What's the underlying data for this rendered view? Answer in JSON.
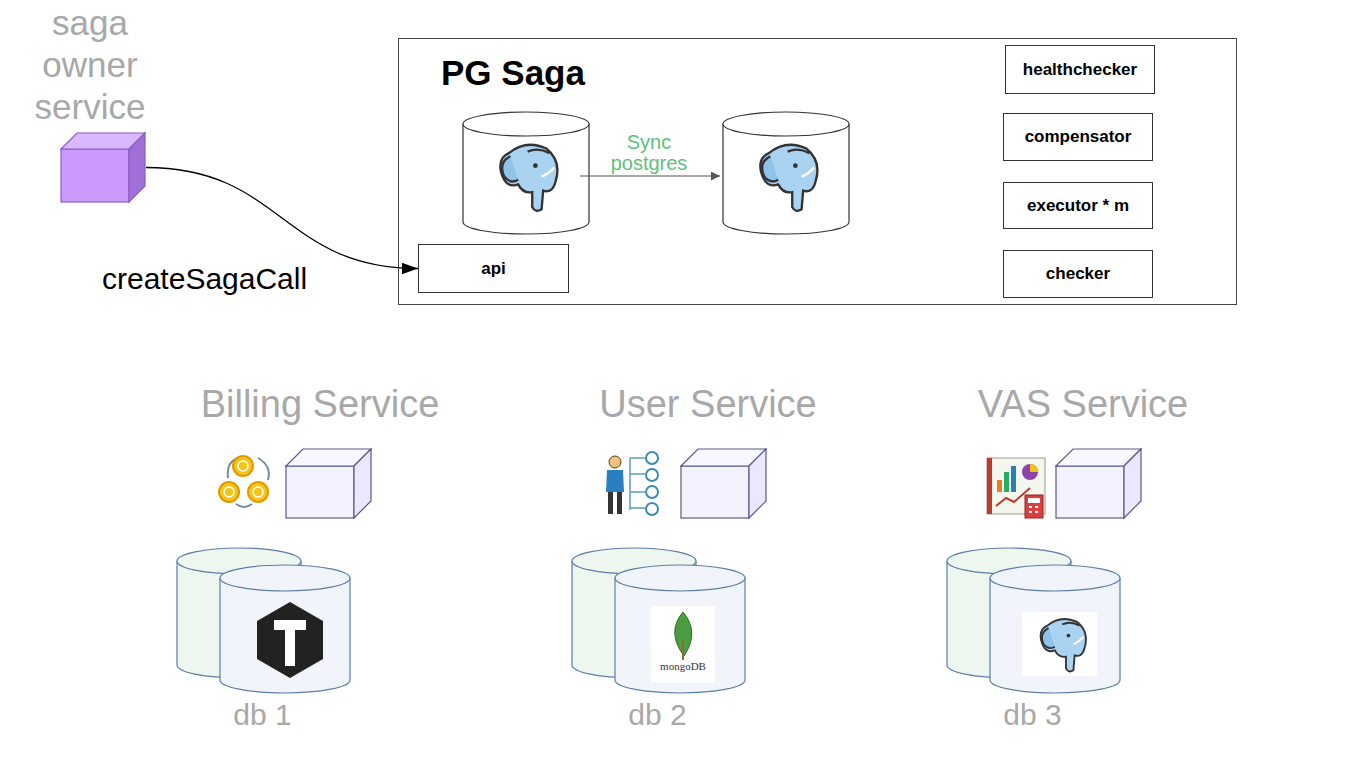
{
  "diagram": {
    "nodes": [
      {
        "text": [
          "saga owner service"
        ]
      },
      {
        "text": [
          "PG Saga"
        ]
      },
      {
        "text": [
          "healthchecker"
        ],
        "in": 1
      },
      {
        "text": [
          "compensator"
        ],
        "in": 1
      },
      {
        "text": [
          "executor * m"
        ],
        "in": 1
      },
      {
        "text": [
          "api"
        ],
        "in": 1
      },
      {
        "text": [
          "checker"
        ],
        "in": 1
      },
      {
        "text": [
          "Billing Service"
        ]
      },
      {
        "text": [
          "User Service"
        ]
      },
      {
        "text": [
          "VAS Service"
        ]
      },
      {
        "text": [
          "db 1"
        ]
      },
      {
        "text": [
          "db 2"
        ]
      },
      {
        "text": [
          "db 3"
        ]
      }
    ],
    "edges": [
      {
        "from": 0,
        "to": 5,
        "arrow": "to",
        "label": "createSagaCall"
      }
    ],
    "labels": [
      "Sync postgres",
      "mongoDB"
    ]
  }
}
